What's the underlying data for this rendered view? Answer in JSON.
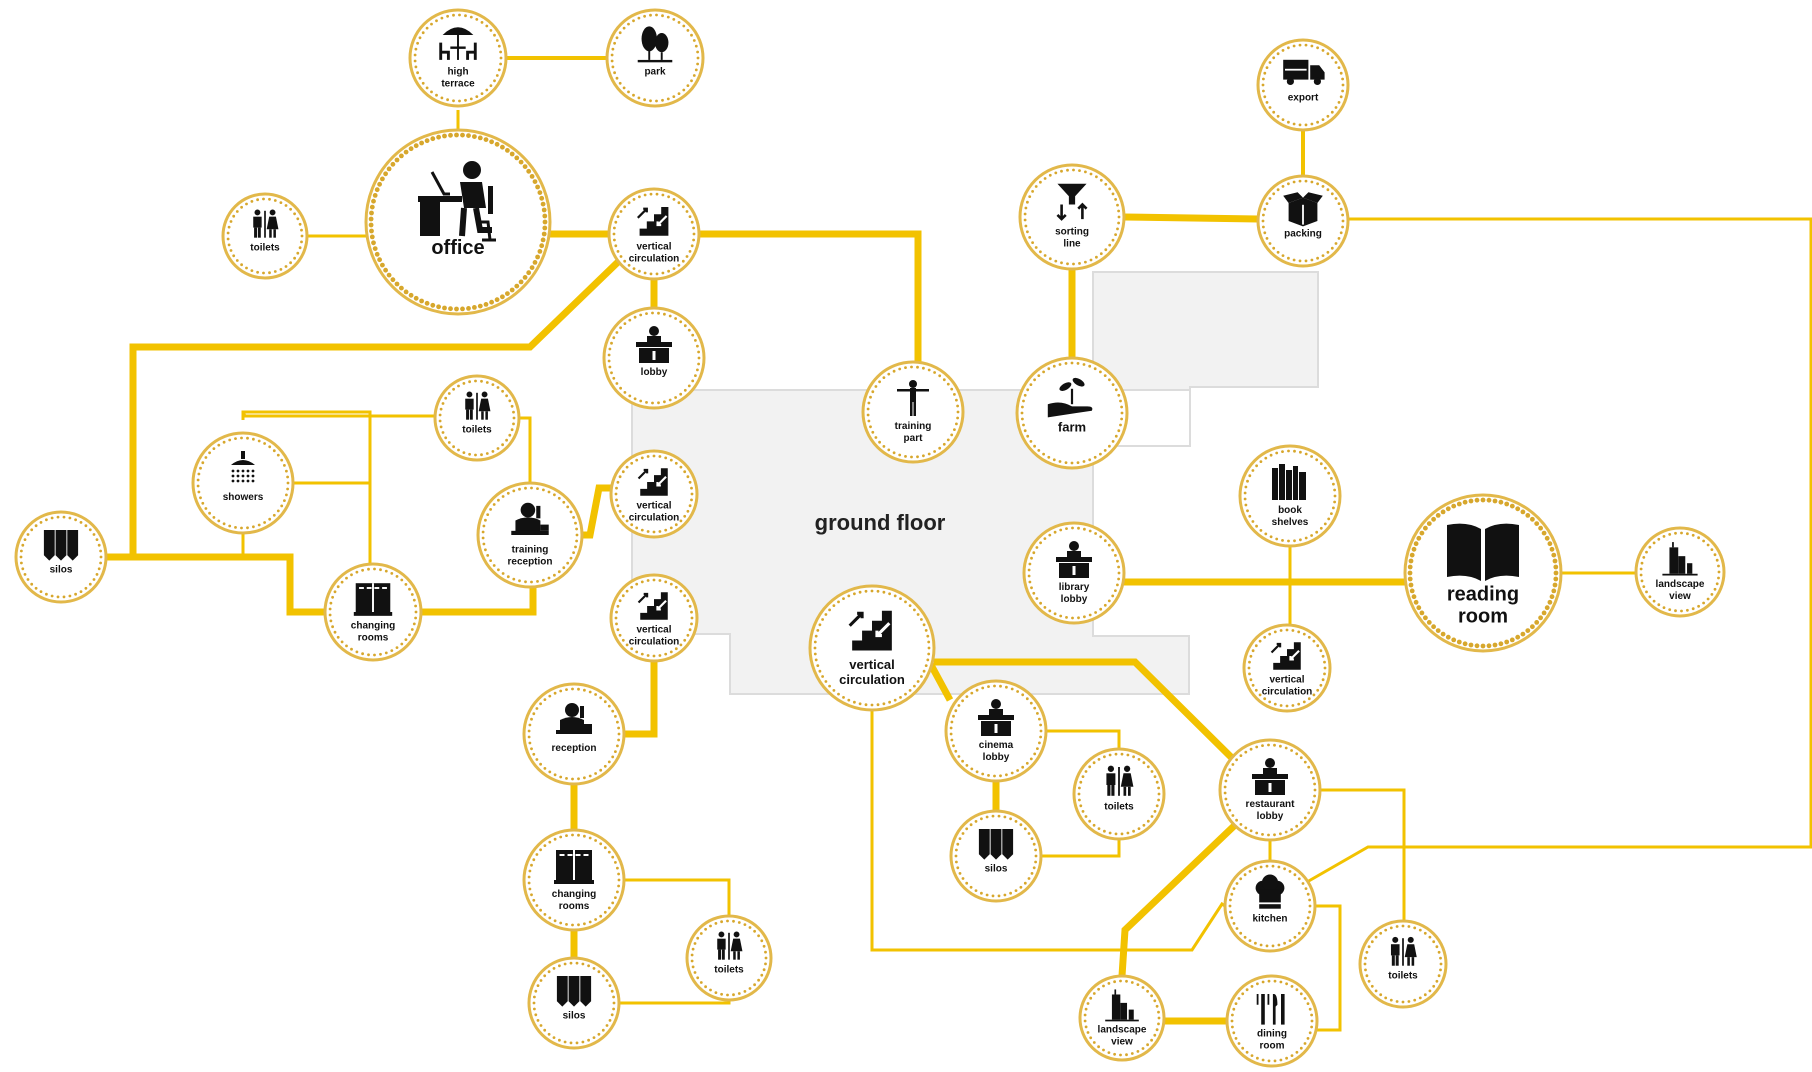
{
  "diagram": {
    "center_label": "ground floor",
    "colors": {
      "link": "#f2c200",
      "node_ring": "#e2b84a",
      "node_dots": "#d7a72c",
      "icon": "#111111",
      "floor_plan": "#f2f2f2",
      "floor_plan_stroke": "#dcdcdc"
    },
    "nodes": [
      {
        "id": "high-terrace",
        "lines": [
          "high",
          "terrace"
        ],
        "icon": "terrace-icon"
      },
      {
        "id": "park",
        "lines": [
          "park"
        ],
        "icon": "park-icon"
      },
      {
        "id": "office",
        "lines": [
          "office"
        ],
        "icon": "office-icon"
      },
      {
        "id": "toilets-office",
        "lines": [
          "toilets"
        ],
        "icon": "toilets-icon"
      },
      {
        "id": "vc-top",
        "lines": [
          "vertical",
          "circulation"
        ],
        "icon": "stairs-icon"
      },
      {
        "id": "lobby",
        "lines": [
          "lobby"
        ],
        "icon": "desk-icon"
      },
      {
        "id": "training-part",
        "lines": [
          "training",
          "part"
        ],
        "icon": "person-icon"
      },
      {
        "id": "toilets-showers",
        "lines": [
          "toilets"
        ],
        "icon": "toilets-icon"
      },
      {
        "id": "showers",
        "lines": [
          "showers"
        ],
        "icon": "shower-icon"
      },
      {
        "id": "training-reception",
        "lines": [
          "training",
          "reception"
        ],
        "icon": "reception-icon"
      },
      {
        "id": "vc-left-1",
        "lines": [
          "vertical",
          "circulation"
        ],
        "icon": "stairs-icon"
      },
      {
        "id": "silos-left",
        "lines": [
          "silos"
        ],
        "icon": "silos-icon"
      },
      {
        "id": "changing-rooms-top",
        "lines": [
          "changing",
          "rooms"
        ],
        "icon": "lockers-icon"
      },
      {
        "id": "vc-left-2",
        "lines": [
          "vertical",
          "circulation"
        ],
        "icon": "stairs-icon"
      },
      {
        "id": "reception",
        "lines": [
          "reception"
        ],
        "icon": "reception-icon"
      },
      {
        "id": "changing-rooms-bottom",
        "lines": [
          "changing",
          "rooms"
        ],
        "icon": "lockers-icon"
      },
      {
        "id": "toilets-bottom",
        "lines": [
          "toilets"
        ],
        "icon": "toilets-icon"
      },
      {
        "id": "silos-bottom",
        "lines": [
          "silos"
        ],
        "icon": "silos-icon"
      },
      {
        "id": "vc-center",
        "lines": [
          "vertical",
          "circulation"
        ],
        "icon": "stairs-icon"
      },
      {
        "id": "cinema-lobby",
        "lines": [
          "cinema",
          "lobby"
        ],
        "icon": "desk-icon"
      },
      {
        "id": "toilets-cinema",
        "lines": [
          "toilets"
        ],
        "icon": "toilets-icon"
      },
      {
        "id": "silos-cinema",
        "lines": [
          "silos"
        ],
        "icon": "silos-icon"
      },
      {
        "id": "export",
        "lines": [
          "export"
        ],
        "icon": "truck-icon"
      },
      {
        "id": "sorting-line",
        "lines": [
          "sorting",
          "line"
        ],
        "icon": "funnel-icon"
      },
      {
        "id": "packing",
        "lines": [
          "packing"
        ],
        "icon": "box-icon"
      },
      {
        "id": "farm",
        "lines": [
          "farm"
        ],
        "icon": "plant-hand-icon"
      },
      {
        "id": "book-shelves",
        "lines": [
          "book",
          "shelves"
        ],
        "icon": "books-icon"
      },
      {
        "id": "library-lobby",
        "lines": [
          "library",
          "lobby"
        ],
        "icon": "desk-icon"
      },
      {
        "id": "vc-right",
        "lines": [
          "vertical",
          "circulation"
        ],
        "icon": "stairs-icon"
      },
      {
        "id": "reading-room",
        "lines": [
          "reading",
          "room"
        ],
        "icon": "book-icon"
      },
      {
        "id": "landscape-view-right",
        "lines": [
          "landscape",
          "view"
        ],
        "icon": "city-icon"
      },
      {
        "id": "restaurant-lobby",
        "lines": [
          "restaurant",
          "lobby"
        ],
        "icon": "desk-icon"
      },
      {
        "id": "kitchen",
        "lines": [
          "kitchen"
        ],
        "icon": "chef-hat-icon"
      },
      {
        "id": "toilets-restaurant",
        "lines": [
          "toilets"
        ],
        "icon": "toilets-icon"
      },
      {
        "id": "landscape-view-bottom",
        "lines": [
          "landscape",
          "view"
        ],
        "icon": "city-icon"
      },
      {
        "id": "dining-room",
        "lines": [
          "dining",
          "room"
        ],
        "icon": "cutlery-icon"
      }
    ]
  }
}
